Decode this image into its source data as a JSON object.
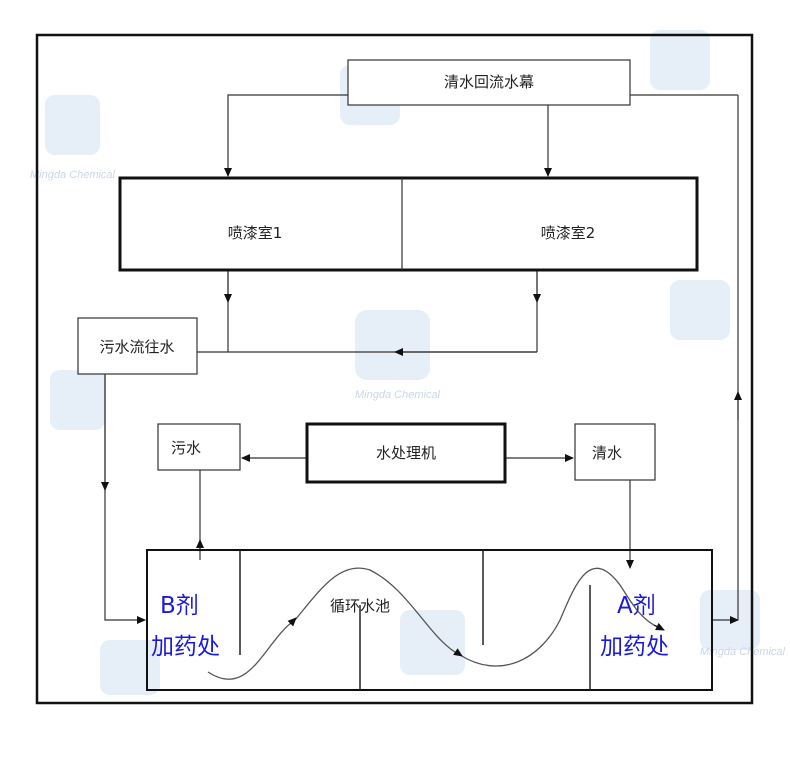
{
  "diagram": {
    "top_box": "清水回流水幕",
    "booth_1": "喷漆室1",
    "booth_2": "喷漆室2",
    "wastewater_flow_box": "污水流往水",
    "wastewater_box": "污水",
    "treatment_machine": "水处理机",
    "clean_water_box": "清水",
    "circulation_pool": "循环水池",
    "dosing_b": {
      "line1": "B剂",
      "line2": "加药处"
    },
    "dosing_a": {
      "line1": "A剂",
      "line2": "加药处"
    },
    "line_color": "#222222",
    "dosing_text_color": "#1a1adc"
  },
  "watermark": {
    "text": "Mingda Chemical"
  }
}
